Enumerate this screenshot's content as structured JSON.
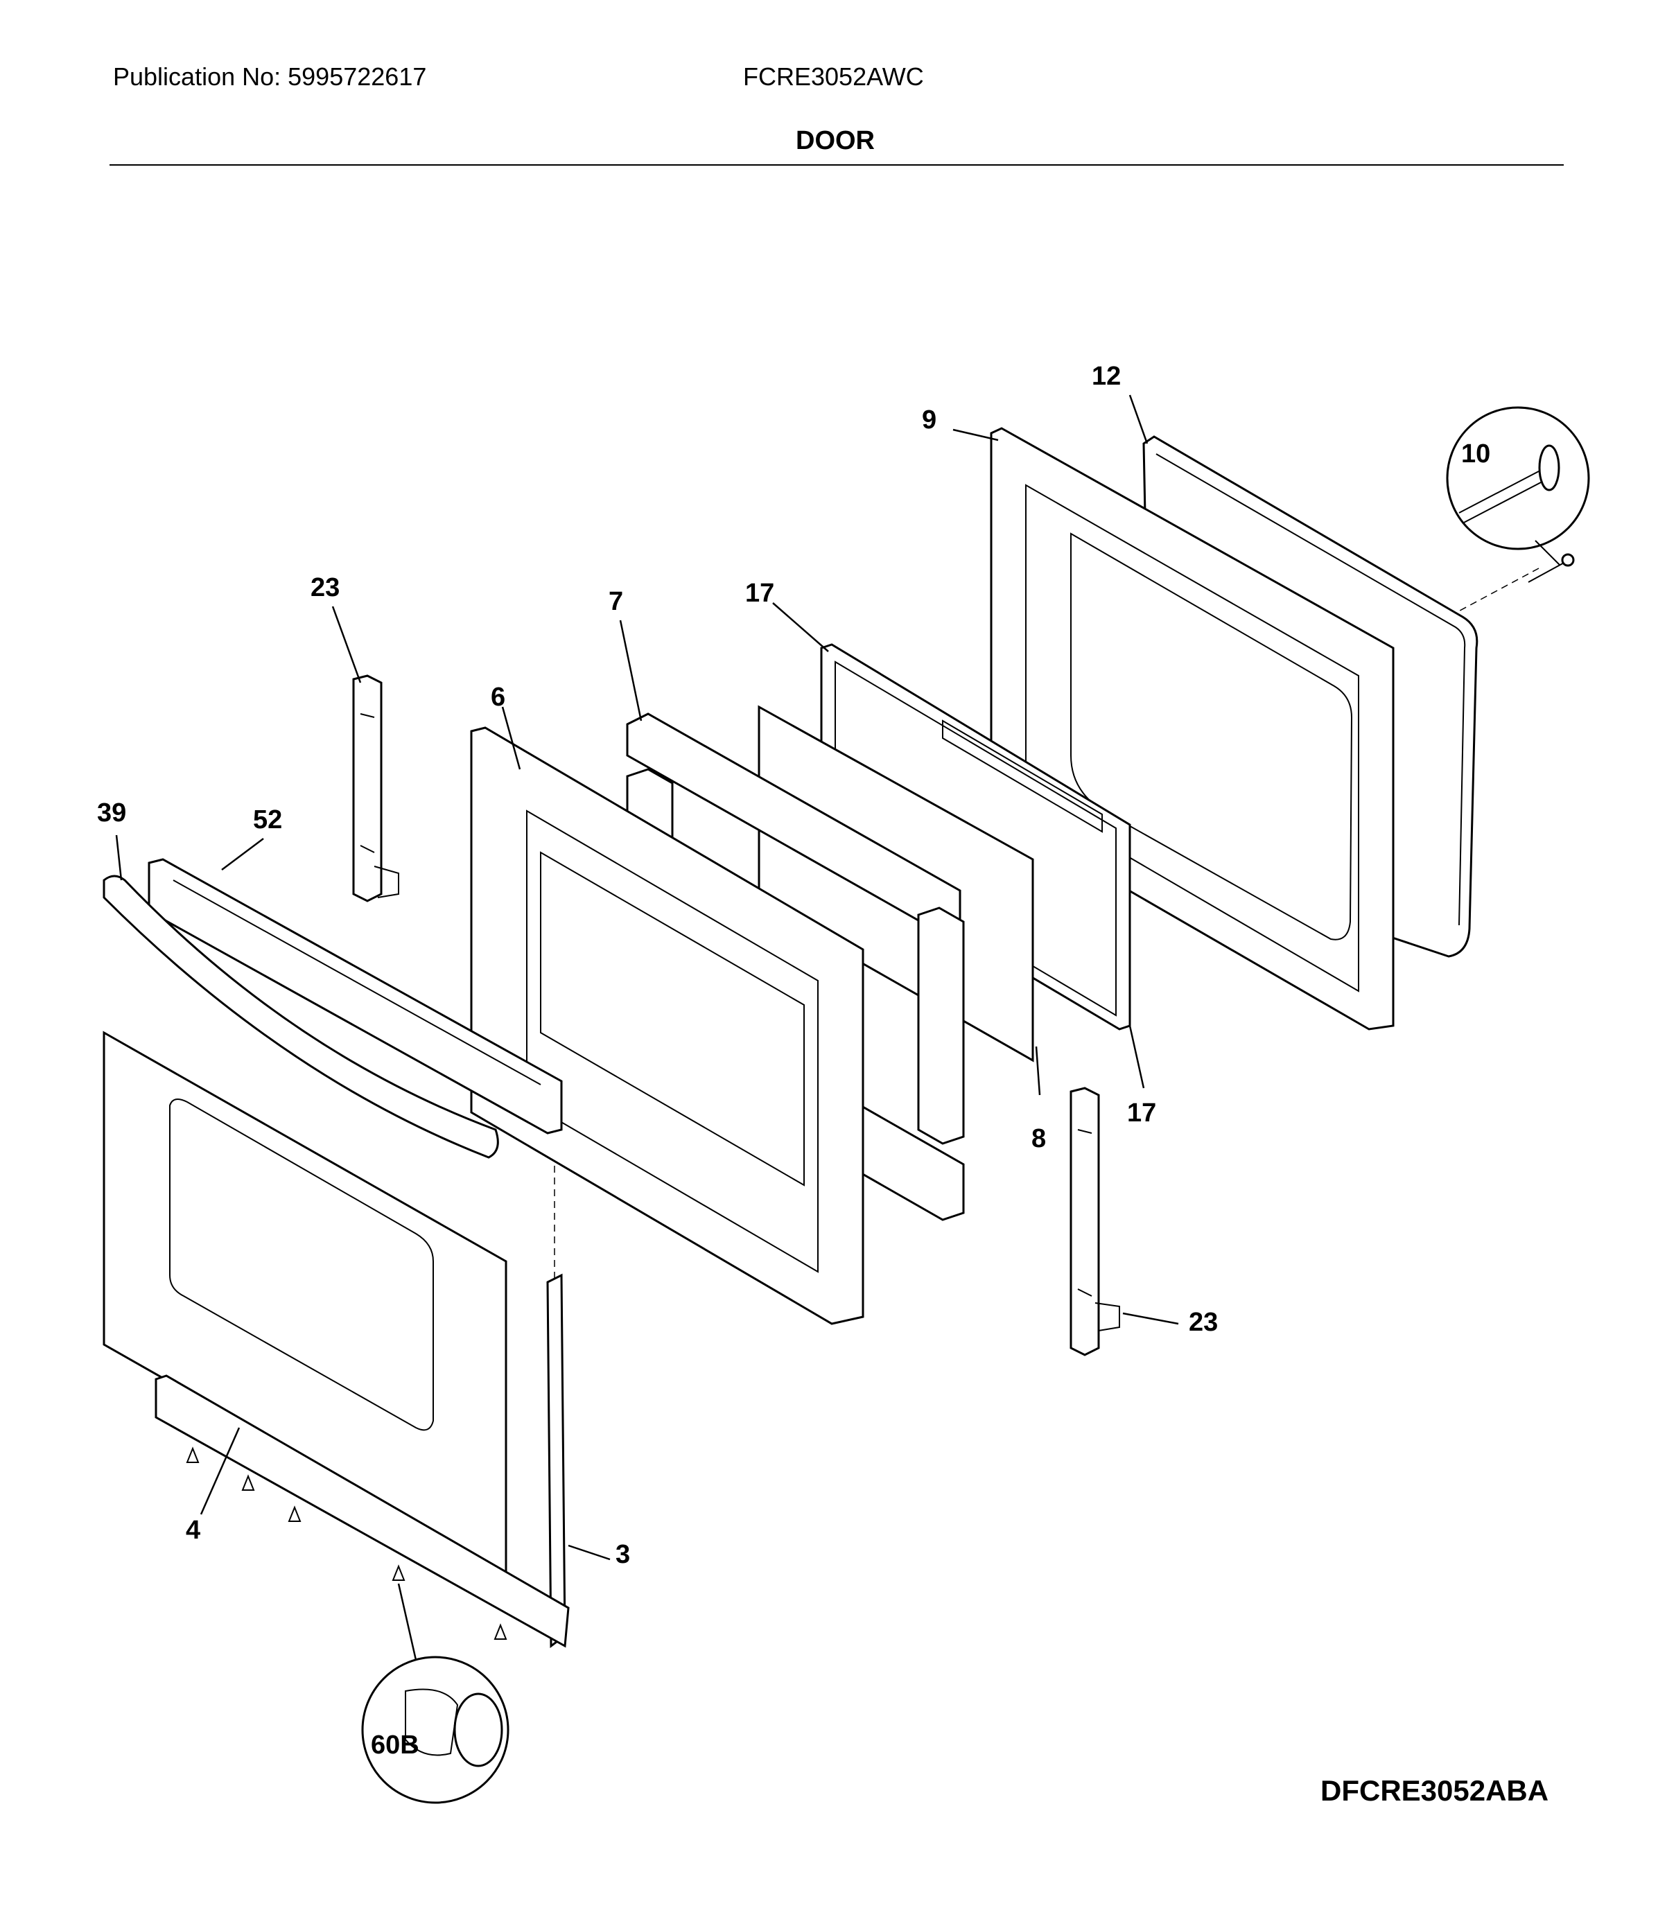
{
  "header": {
    "publication": "Publication No: 5995722617",
    "model": "FCRE3052AWC",
    "section_title": "DOOR"
  },
  "drawing_code": "DFCRE3052ABA",
  "callouts": {
    "c12": "12",
    "c9": "9",
    "c10": "10",
    "c23_left": "23",
    "c7": "7",
    "c17_top": "17",
    "c6": "6",
    "c39": "39",
    "c52": "52",
    "c8": "8",
    "c17_bottom": "17",
    "c23_right": "23",
    "c4": "4",
    "c3": "3",
    "c60b": "60B"
  }
}
